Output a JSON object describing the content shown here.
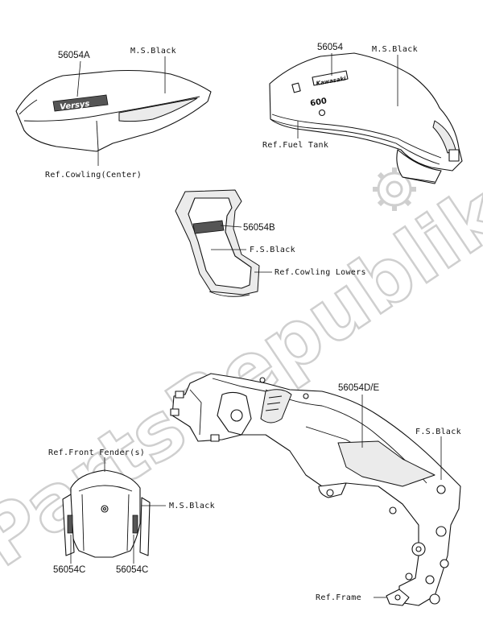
{
  "watermark": {
    "text": "PartsRepublik"
  },
  "parts": {
    "cowling_center": {
      "part_number": "56054A",
      "color_label": "M.S.Black",
      "ref_label": "Ref.Cowling(Center)",
      "decal_text": "Versys"
    },
    "fuel_tank": {
      "part_number": "56054",
      "color_label": "M.S.Black",
      "ref_label": "Ref.Fuel Tank",
      "decal_text": "Kawasaki",
      "emblem_text": "600"
    },
    "cowling_lowers": {
      "part_number": "56054B",
      "color_label": "F.S.Black",
      "ref_label": "Ref.Cowling Lowers"
    },
    "front_fender": {
      "ref_label": "Ref.Front Fender(s)",
      "color_label": "M.S.Black",
      "part_number_left": "56054C",
      "part_number_right": "56054C"
    },
    "frame": {
      "part_number": "56054D/E",
      "color_label": "F.S.Black",
      "ref_label": "Ref.Frame"
    }
  }
}
